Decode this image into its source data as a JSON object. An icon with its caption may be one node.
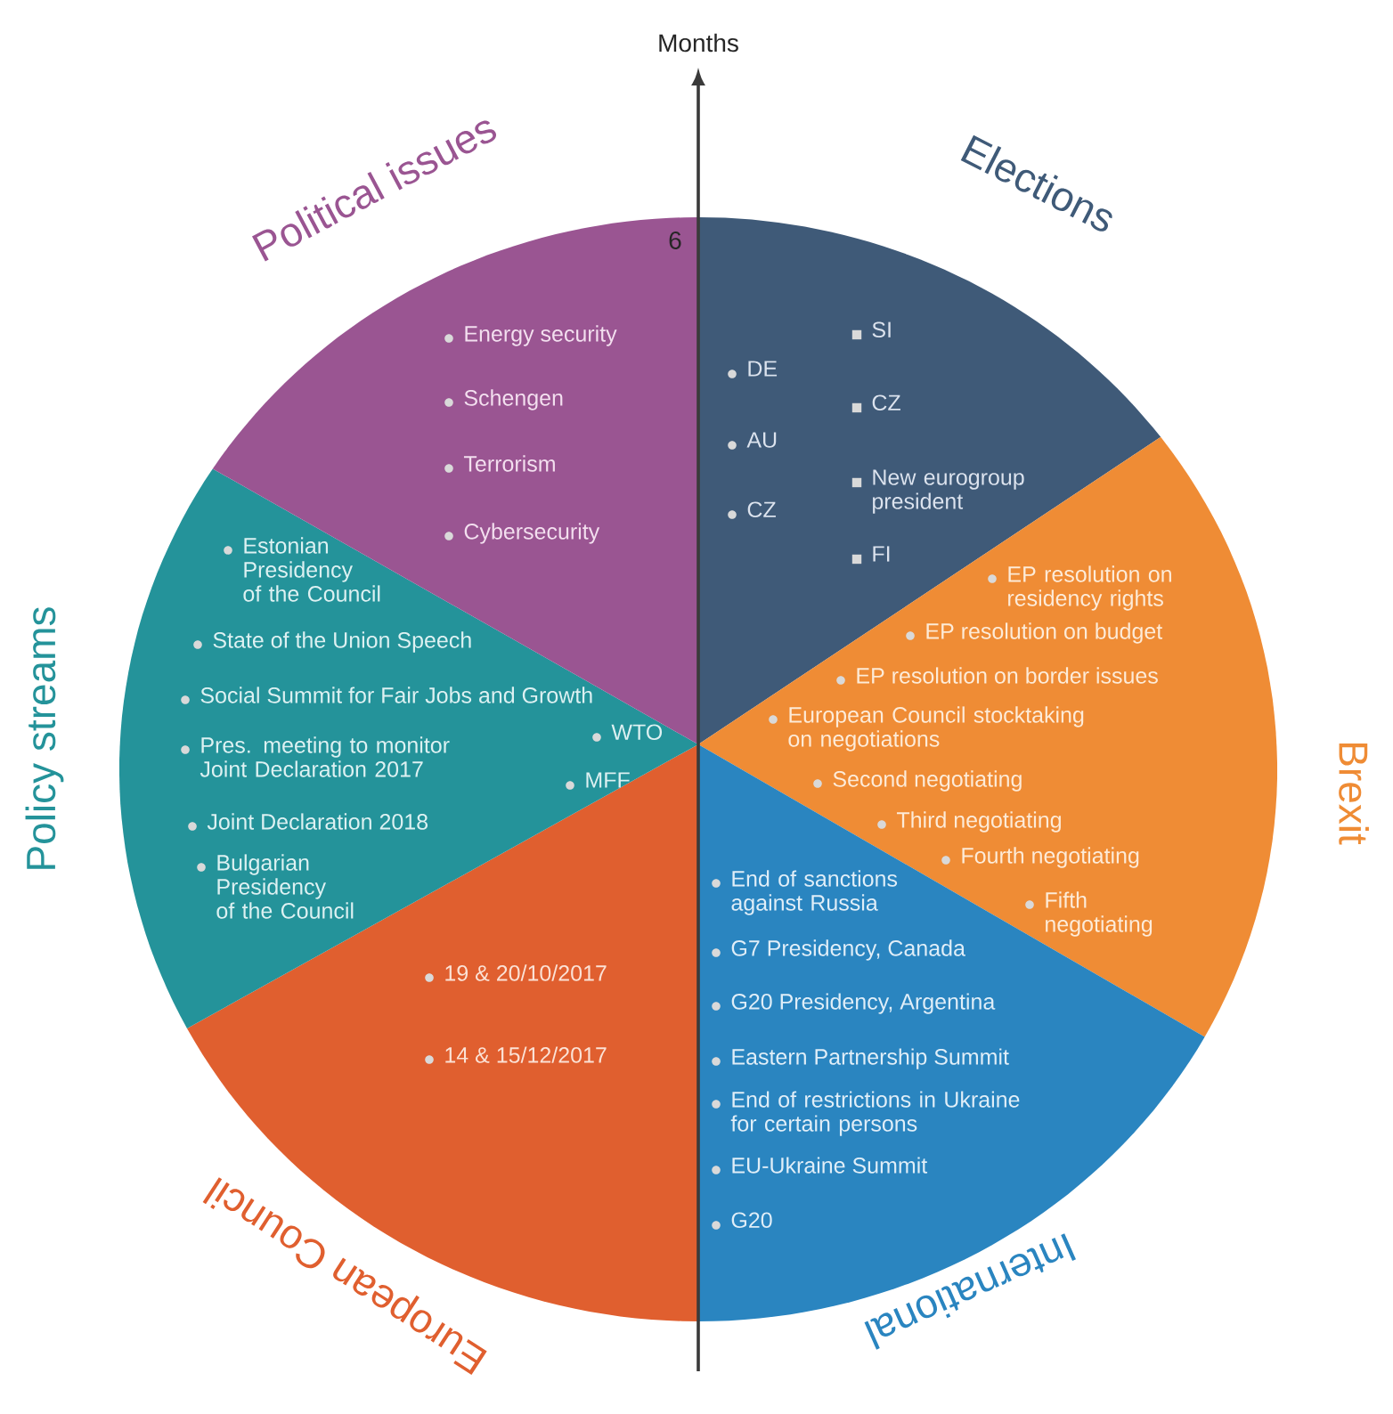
{
  "diagram": {
    "nodes": [
      {
        "text": [
          "Elections",
          "SI",
          "DE",
          "CZ",
          "AU",
          "New eurogroup president",
          "CZ",
          "FI"
        ]
      },
      {
        "text": [
          "Brexit",
          "EP resolution on residency rights",
          "EP resolution on budget",
          "EP resolution on border issues",
          "European Council stocktaking on negotiations",
          "Second negotiating",
          "Third negotiating",
          "Fourth negotiating",
          "Fifth negotiating"
        ]
      },
      {
        "text": [
          "International",
          "End of sanctions against Russia",
          "G7 Presidency, Canada",
          "G20 Presidency, Argentina",
          "Eastern Partnership Summit",
          "End of restrictions in Ukraine for certain persons",
          "EU-Ukraine Summit",
          "G20"
        ]
      },
      {
        "text": [
          "European Council",
          "19 & 20/10/2017",
          "14 & 15/12/2017"
        ]
      },
      {
        "text": [
          "Policy streams",
          "Estonian Presidency of the Council",
          "State of the Union Speech",
          "Social Summit for Fair Jobs and Growth",
          "WTO",
          "Pres. meeting to monitor Joint Declaration 2017",
          "MFF",
          "Joint Declaration 2018",
          "Bulgarian Presidency of the Council"
        ]
      },
      {
        "text": [
          "Political issues",
          "Energy security",
          "Schengen",
          "Terrorism",
          "Cybersecurity"
        ]
      }
    ],
    "labels": [
      "Months",
      "6"
    ]
  }
}
